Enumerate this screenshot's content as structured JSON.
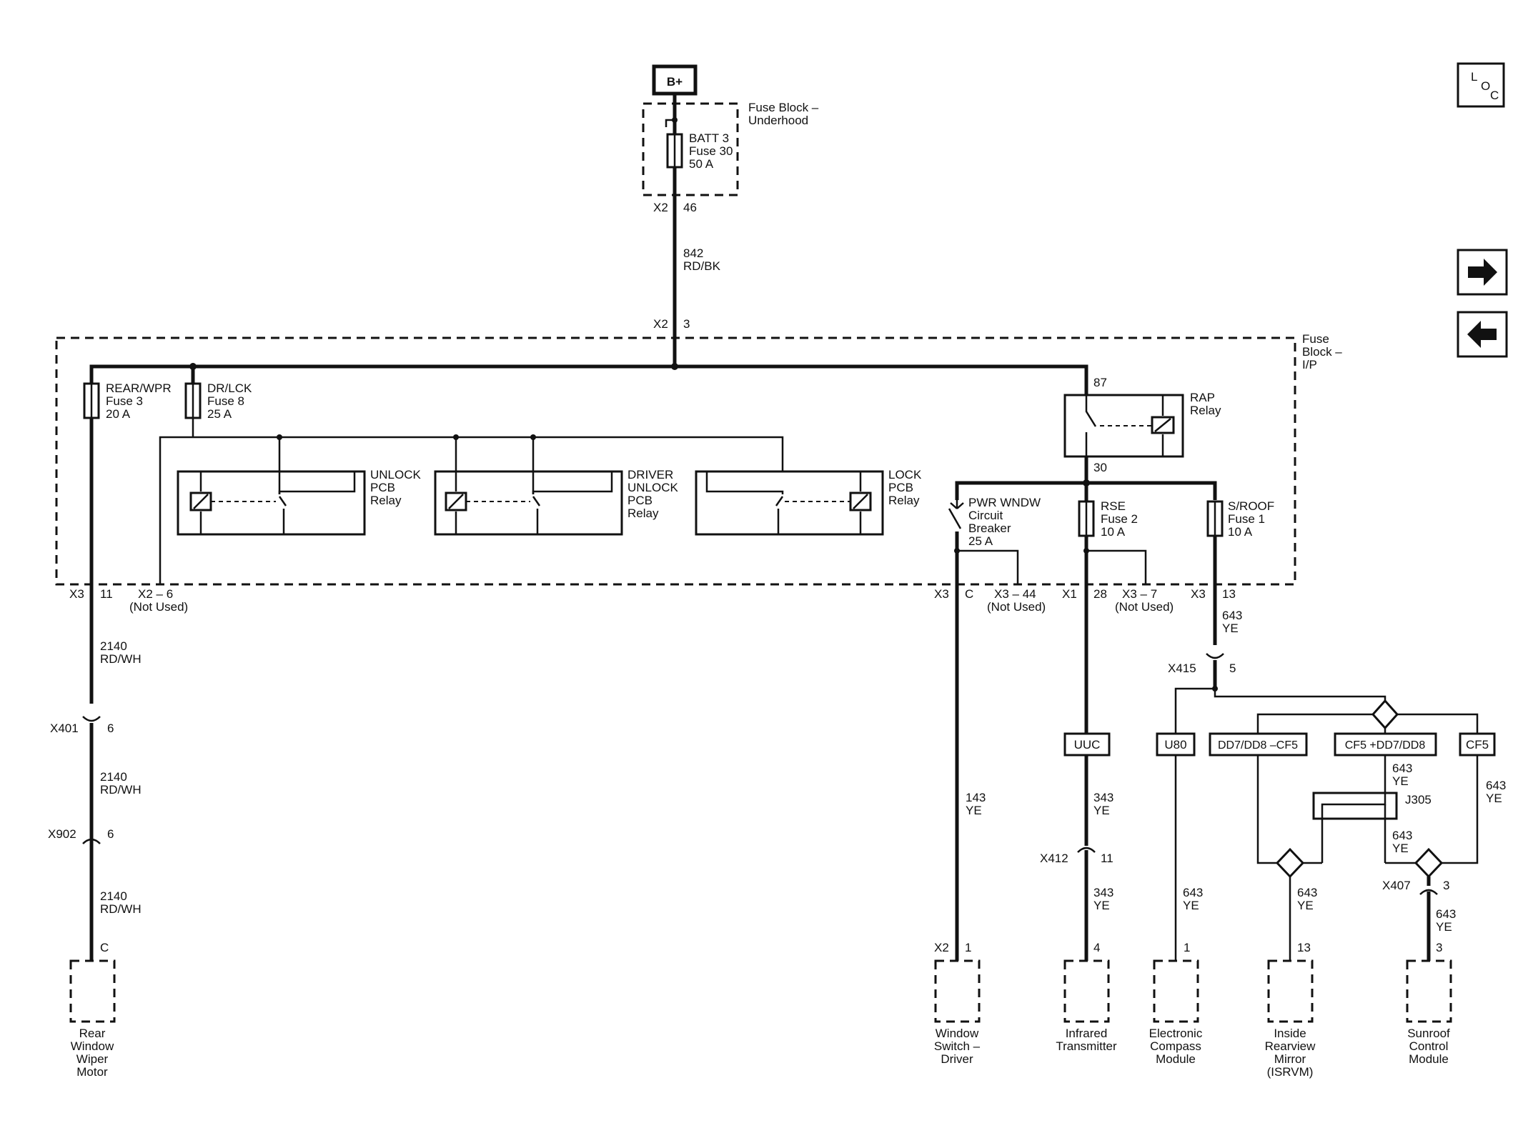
{
  "battery": {
    "label": "B+"
  },
  "loc_button": {
    "l": "L",
    "o": "O",
    "c": "C"
  },
  "nav": {
    "forward": "→",
    "back": "←"
  },
  "fuse_block_underhood": {
    "line1": "Fuse Block –",
    "line2": "Underhood"
  },
  "batt3_fuse": {
    "name": "BATT 3",
    "fuse": "Fuse 30",
    "rating": "50 A"
  },
  "conn_underhood": {
    "conn": "X2",
    "pin": "46"
  },
  "wire_842": {
    "num": "842",
    "color": "RD/BK"
  },
  "conn_ip_in": {
    "conn": "X2",
    "pin": "3"
  },
  "fuse_block_ip": {
    "line1": "Fuse",
    "line2": "Block –",
    "line3": "I/P"
  },
  "fuse_rear_wpr": {
    "name": "REAR/WPR",
    "fuse": "Fuse 3",
    "rating": "20 A"
  },
  "fuse_dr_lck": {
    "name": "DR/LCK",
    "fuse": "Fuse 8",
    "rating": "25 A"
  },
  "rap_relay": {
    "pin_in": "87",
    "pin_out": "30",
    "line1": "RAP",
    "line2": "Relay"
  },
  "unlock_relay": {
    "line1": "UNLOCK",
    "line2": "PCB",
    "line3": "Relay"
  },
  "driver_unlock_relay": {
    "line1": "DRIVER",
    "line2": "UNLOCK",
    "line3": "PCB",
    "line4": "Relay"
  },
  "lock_relay": {
    "line1": "LOCK",
    "line2": "PCB",
    "line3": "Relay"
  },
  "pwr_wndw_breaker": {
    "line1": "PWR WNDW",
    "line2": "Circuit",
    "line3": "Breaker",
    "line4": "25 A"
  },
  "fuse_rse": {
    "name": "RSE",
    "fuse": "Fuse 2",
    "rating": "10 A"
  },
  "fuse_sroof": {
    "name": "S/ROOF",
    "fuse": "Fuse 1",
    "rating": "10 A"
  },
  "connectors_ip": {
    "x3_11": {
      "conn": "X3",
      "pin": "11"
    },
    "x2_6": {
      "label": "X2 – 6",
      "note": "(Not Used)"
    },
    "x3_c": {
      "conn": "X3",
      "pin": "C"
    },
    "x3_44": {
      "label": "X3 – 44",
      "note": "(Not Used)"
    },
    "x1_28": {
      "conn": "X1",
      "pin": "28"
    },
    "x3_7": {
      "label": "X3 – 7",
      "note": "(Not Used)"
    },
    "x3_13": {
      "conn": "X3",
      "pin": "13"
    }
  },
  "wires": {
    "w2140_a": {
      "num": "2140",
      "color": "RD/WH"
    },
    "w2140_b": {
      "num": "2140",
      "color": "RD/WH"
    },
    "w2140_c": {
      "num": "2140",
      "color": "RD/WH"
    },
    "w643_sroof": {
      "num": "643",
      "color": "YE"
    },
    "w143": {
      "num": "143",
      "color": "YE"
    },
    "w343_a": {
      "num": "343",
      "color": "YE"
    },
    "w343_b": {
      "num": "343",
      "color": "YE"
    },
    "w643_u80": {
      "num": "643",
      "color": "YE"
    },
    "w643_opt_a": {
      "num": "643",
      "color": "YE"
    },
    "w643_opt_b": {
      "num": "643",
      "color": "YE"
    },
    "w643_cf5": {
      "num": "643",
      "color": "YE"
    },
    "w643_mirror": {
      "num": "643",
      "color": "YE"
    },
    "w643_sunroof": {
      "num": "643",
      "color": "YE"
    }
  },
  "inline_connectors": {
    "x401": {
      "conn": "X401",
      "pin": "6"
    },
    "x902": {
      "conn": "X902",
      "pin": "6"
    },
    "x415": {
      "conn": "X415",
      "pin": "5"
    },
    "x412": {
      "conn": "X412",
      "pin": "11"
    },
    "x407": {
      "conn": "X407",
      "pin": "3"
    }
  },
  "options": {
    "uuc": "UUC",
    "u80": "U80",
    "dd7_dd8_cf5": "DD7/DD8 –CF5",
    "cf5_dd7_dd8": "CF5 +DD7/DD8",
    "cf5": "CF5"
  },
  "splice": {
    "label": "J305"
  },
  "components": {
    "rear_wiper": {
      "pin": "C",
      "line1": "Rear",
      "line2": "Window",
      "line3": "Wiper",
      "line4": "Motor"
    },
    "window_switch": {
      "conn": "X2",
      "pin": "1",
      "line1": "Window",
      "line2": "Switch –",
      "line3": "Driver"
    },
    "infrared": {
      "pin": "4",
      "line1": "Infrared",
      "line2": "Transmitter"
    },
    "compass": {
      "pin": "1",
      "line1": "Electronic",
      "line2": "Compass",
      "line3": "Module"
    },
    "mirror": {
      "pin": "13",
      "line1": "Inside",
      "line2": "Rearview",
      "line3": "Mirror",
      "line4": "(ISRVM)"
    },
    "sunroof": {
      "pin": "3",
      "line1": "Sunroof",
      "line2": "Control",
      "line3": "Module"
    }
  }
}
